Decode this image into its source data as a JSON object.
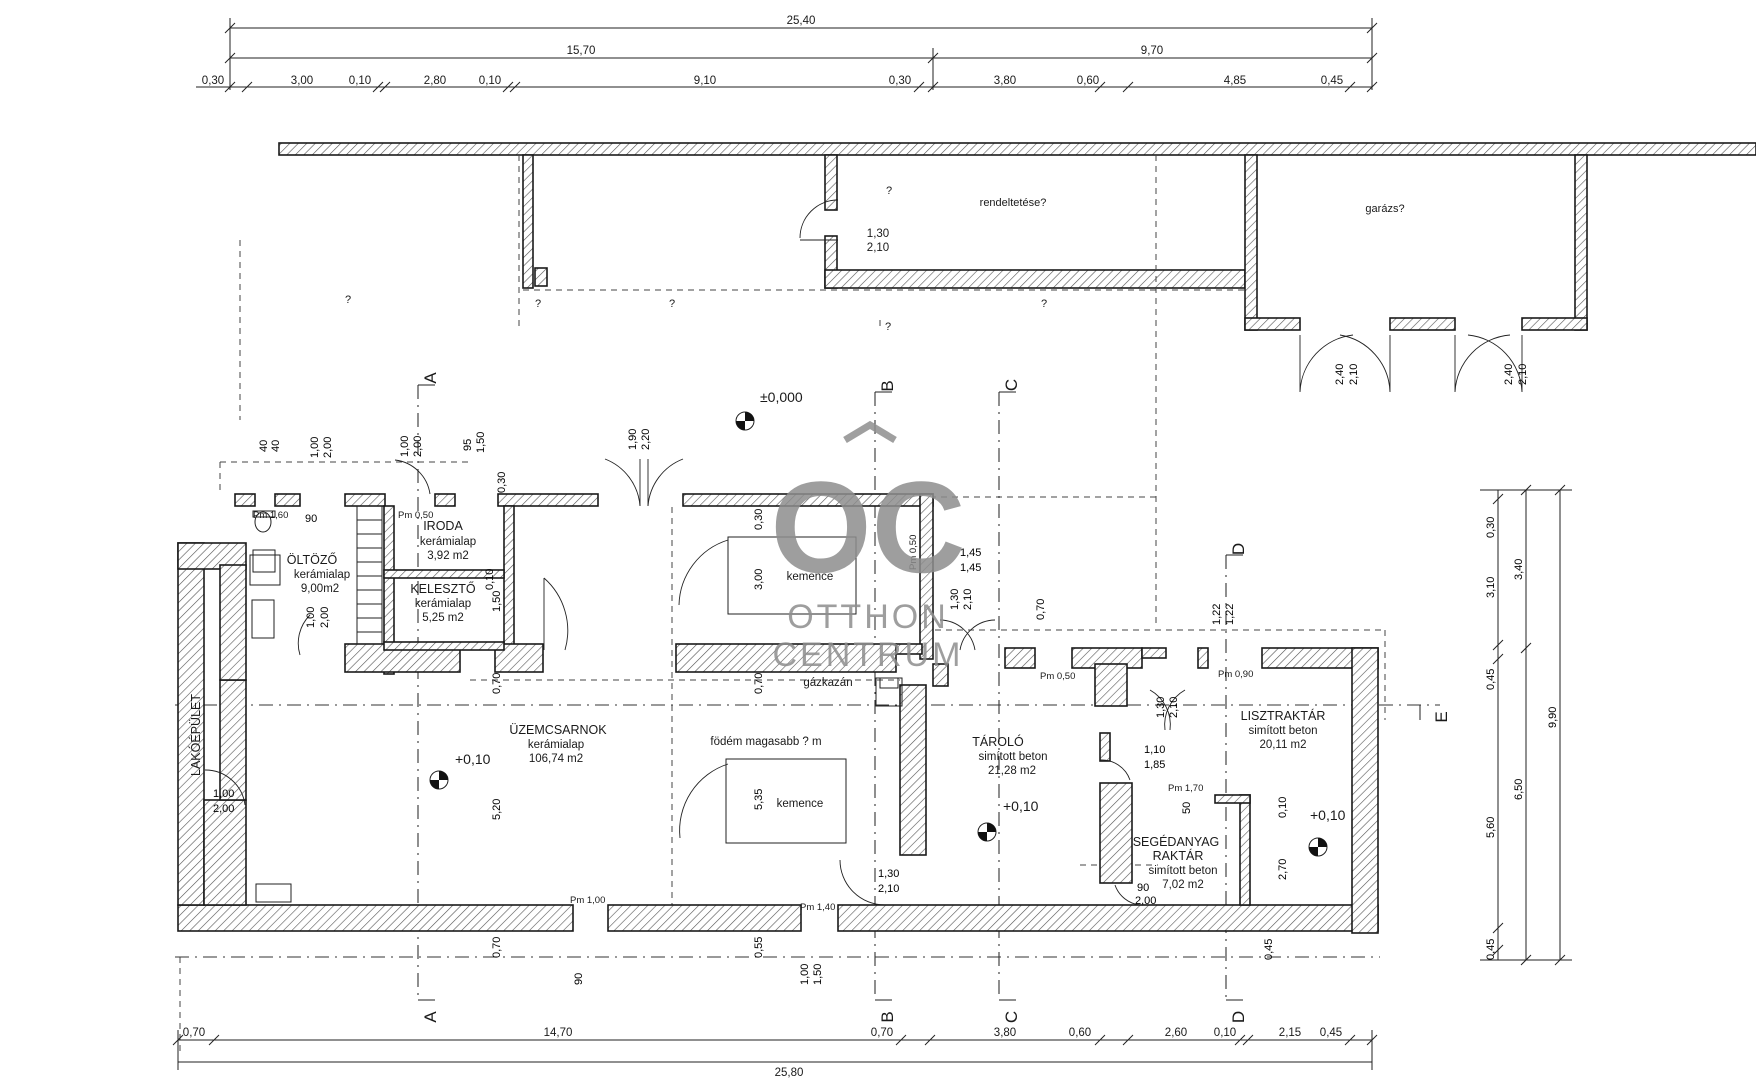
{
  "dimensions": {
    "top_total": "25,40",
    "top_segments": [
      "15,70",
      "9,70"
    ],
    "top_detail": [
      "0,30",
      "3,00",
      "0,10",
      "2,80",
      "0,10",
      "9,10",
      "0,30",
      "3,80",
      "0,60",
      "4,85",
      "0,45"
    ],
    "bottom_detail": [
      "0,70",
      "14,70",
      "0,70",
      "3,80",
      "0,60",
      "2,60",
      "0,10",
      "2,15",
      "0,45"
    ],
    "bottom_total": "25,80",
    "right_inner": [
      "0,30",
      "3,10",
      "0,45",
      "5,60",
      "0,45"
    ],
    "right_middle": [
      "3,40",
      "6,50"
    ],
    "right_total": "9,90"
  },
  "rooms": {
    "iroda": {
      "name": "IRODA",
      "finish": "kerámialap",
      "area": "3,92 m2"
    },
    "oltozo": {
      "name": "ÖLTÖZŐ",
      "finish": "kerámialap",
      "area": "9,00m2"
    },
    "keleszto": {
      "name": "KELESZTŐ",
      "finish": "kerámialap",
      "area": "5,25 m2"
    },
    "uzemcsarnok": {
      "name": "ÜZEMCSARNOK",
      "finish": "kerámialap",
      "area": "106,74 m2"
    },
    "tarolo": {
      "name": "TÁROLÓ",
      "finish": "simított beton",
      "area": "21,28 m2"
    },
    "lisztraktar": {
      "name": "LISZTRAKTÁR",
      "finish": "simított beton",
      "area": "20,11 m2"
    },
    "segedanyag": {
      "name1": "SEGÉDANYAG",
      "name2": "RAKTÁR",
      "finish": "simított beton",
      "area": "7,02 m2"
    }
  },
  "labels": {
    "kemence": "kemence",
    "gazkazan": "gázkazán",
    "fodem": "födém magasabb ? m",
    "rendeltetese": "rendeltetése?",
    "garazs": "garázs?",
    "q": "?",
    "lakoepulet": "LAKÓÉPÜLET"
  },
  "levels": {
    "zero": "±0,000",
    "plus": "+0,10"
  },
  "sections": {
    "a": "A",
    "b": "B",
    "c": "C",
    "d": "D",
    "e": "E"
  },
  "openings": {
    "pm160": "Pm 1,60",
    "pm050": "Pm 0,50",
    "pm100": "Pm 1,00",
    "pm140": "Pm 1,40",
    "pm170": "Pm 1,70",
    "pm090": "Pm 0,90",
    "d130": "1,30",
    "d210": "2,10",
    "d100": "1,00",
    "d200": "2,00",
    "d240": "2,40",
    "d110": "1,10",
    "d185": "1,85",
    "d145": "1,45",
    "d090": "90",
    "d040": "40",
    "d095": "95",
    "d150": "1,50",
    "d070": "0,70",
    "d520": "5,20",
    "d055": "0,55",
    "d535": "5,35",
    "d300": "3,00",
    "d010": "0,10",
    "d270": "2,70",
    "d122": "1,22",
    "d050": "50",
    "d030": "0,30",
    "d190": "1,90",
    "d220": "2,20"
  },
  "watermark": {
    "logo": "OC",
    "line1": "OTTHON",
    "line2": "CENTRUM"
  }
}
